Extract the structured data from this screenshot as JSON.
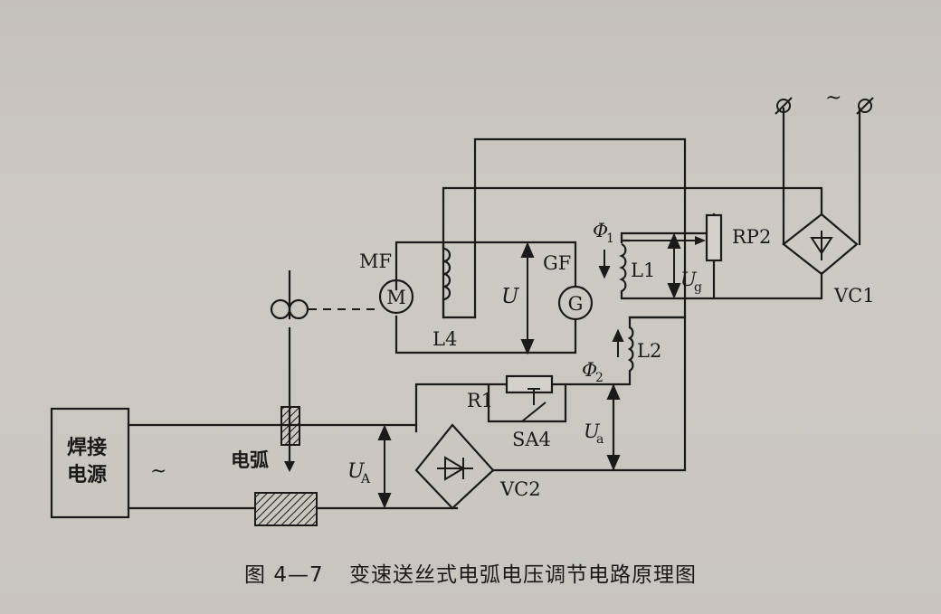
{
  "figure": {
    "caption_number": "图 4—7",
    "caption_title": "变速送丝式电弧电压调节电路原理图"
  },
  "labels": {
    "MF": "MF",
    "GF": "GF",
    "M": "M",
    "G": "G",
    "L4": "L4",
    "U": "U",
    "phi1": "Φ",
    "phi1_sub": "1",
    "L1": "L1",
    "Ug": "U",
    "Ug_sub": "g",
    "RP2": "RP2",
    "VC1": "VC1",
    "ac_top": "~",
    "L2": "L2",
    "phi2": "Φ",
    "phi2_sub": "2",
    "R1": "R1",
    "SA4": "SA4",
    "Ua": "U",
    "Ua_sub": "a",
    "UA": "U",
    "UA_sub": "A",
    "VC2": "VC2",
    "welding_power_line1": "焊接",
    "welding_power_line2": "电源",
    "ac_source": "~",
    "arc": "电弧"
  }
}
